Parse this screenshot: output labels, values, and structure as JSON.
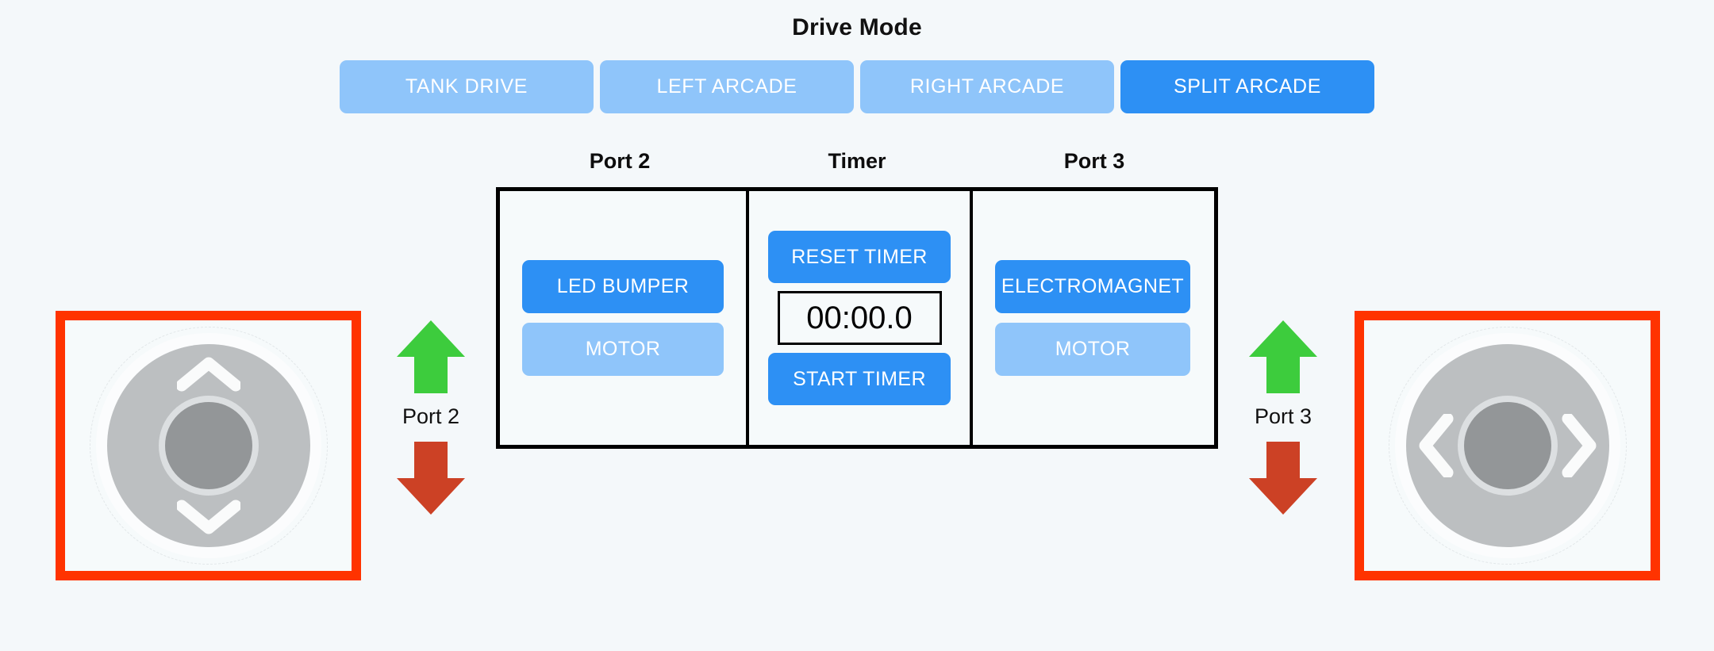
{
  "header": {
    "title": "Drive Mode",
    "modes": [
      {
        "label": "TANK DRIVE",
        "active": false
      },
      {
        "label": "LEFT ARCADE",
        "active": false
      },
      {
        "label": "RIGHT ARCADE",
        "active": false
      },
      {
        "label": "SPLIT ARCADE",
        "active": true
      }
    ]
  },
  "panel": {
    "labels": {
      "port2": "Port 2",
      "timer": "Timer",
      "port3": "Port 3"
    },
    "port2": {
      "primary_button": "LED BUMPER",
      "secondary_button": "MOTOR"
    },
    "timer": {
      "reset_button": "RESET TIMER",
      "value": "00:00.0",
      "start_button": "START TIMER"
    },
    "port3": {
      "primary_button": "ELECTROMAGNET",
      "secondary_button": "MOTOR"
    }
  },
  "controls": {
    "left_joystick": {
      "axis": "vertical",
      "up_icon": "chevron-up-icon",
      "down_icon": "chevron-down-icon"
    },
    "right_joystick": {
      "axis": "horizontal",
      "left_icon": "chevron-left-icon",
      "right_icon": "chevron-right-icon"
    },
    "port2_arrows": {
      "label": "Port 2",
      "up_icon": "arrow-up-icon",
      "down_icon": "arrow-down-icon"
    },
    "port3_arrows": {
      "label": "Port 3",
      "up_icon": "arrow-up-icon",
      "down_icon": "arrow-down-icon"
    }
  },
  "colors": {
    "background": "#f4f8fa",
    "accent_active": "#2d90f4",
    "accent_inactive": "#8fc5fa",
    "highlight_border": "#ff3300",
    "arrow_up": "#3dcc3d",
    "arrow_down": "#cc4125",
    "panel_border": "#000000",
    "joystick_base": "#bcbfc1",
    "joystick_knob": "#939698"
  }
}
